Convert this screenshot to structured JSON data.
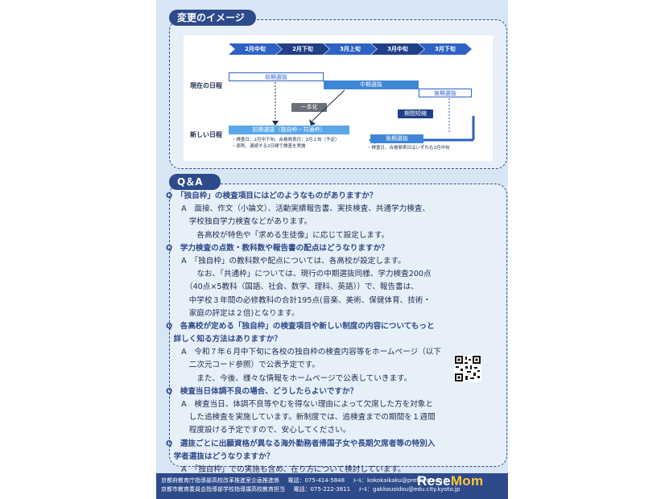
{
  "section_change": {
    "title": "変更のイメージ"
  },
  "timeline": [
    "2月中旬",
    "2月下旬",
    "3月上旬",
    "3月中旬",
    "3月下旬"
  ],
  "current_label": "現在の日程",
  "new_label": "新しい日程",
  "bars": {
    "early": "前期選抜",
    "middle": "中期選抜",
    "late": "後期選抜",
    "merged": "一本化",
    "shortened": "期間短縮",
    "new_early": "前期選抜（独自枠・共通枠）",
    "new_late": "後期選抜"
  },
  "notes": {
    "new_early_1": "・検査日：2月中下旬、合格発表日：3月上旬（予定）",
    "new_early_2": "・原則、連続する2日間で検査を実施",
    "new_late_1": "・検査日、合格発表日はいずれも3月中旬"
  },
  "section_qa": {
    "title": "Q＆A"
  },
  "qa_lines": [
    {
      "t": "q",
      "text": "Q　「独自枠」の検査項目にはどのようなものがありますか？"
    },
    {
      "t": "a",
      "text": "　　A　面接、作文（小論文）、活動実績報告書、実技検査、共通学力検査、"
    },
    {
      "t": "a",
      "text": "　　　学校独自学力検査などがあります。"
    },
    {
      "t": "a",
      "text": "　　　　各高校が特色や「求める生徒像」に応じて設定します。"
    },
    {
      "t": "q",
      "text": "Q　学力検査の点数・教科数や報告書の配点はどうなりますか？"
    },
    {
      "t": "a",
      "text": "　　A　「独自枠」の教科数や配点については、各高校が設定します。"
    },
    {
      "t": "a",
      "text": "　　　　なお、「共通枠」については、現行の中期選抜同様、学力検査200点"
    },
    {
      "t": "a",
      "text": "　　　（40点×5教科（国語、社会、数学、理科、英語））で、報告書は、"
    },
    {
      "t": "a",
      "text": "　　　中学校３年間の必修教科の合計195点(音楽、美術、保健体育、技術・"
    },
    {
      "t": "a",
      "text": "　　　家庭の評定は２倍)となります。"
    },
    {
      "t": "q",
      "text": "Q　各高校が定める「独自枠」の検査項目や新しい制度の内容についてもっと"
    },
    {
      "t": "q",
      "text": "　詳しく知る方法はありますか？"
    },
    {
      "t": "a",
      "text": "　　A　令和７年６月中下旬に各校の独自枠の検査内容等をホームページ（以下"
    },
    {
      "t": "a",
      "text": "　　　二次元コード参照）で公表予定です。"
    },
    {
      "t": "a",
      "text": "　　　　また、今後、様々な情報をホームページで公表していきます。"
    },
    {
      "t": "q",
      "text": "Q　検査当日体調不良の場合、どうしたらよいですか？"
    },
    {
      "t": "a",
      "text": "　　A　検査当日、体調不良等やむを得ない理由によって欠席した方を対象と"
    },
    {
      "t": "a",
      "text": "　　　した追検査を実施しています。新制度では、追検査までの期間を１週間"
    },
    {
      "t": "a",
      "text": "　　　程度設ける予定ですので、安心してください。"
    },
    {
      "t": "q",
      "text": "Q　選抜ごとに出願資格が異なる海外勤務者帰国子女や長期欠席者等の特別入"
    },
    {
      "t": "q",
      "text": "　学者選抜はどうなりますか？"
    },
    {
      "t": "a",
      "text": "　　A　「独自枠」での実施も含め、在り方について検討しています。"
    }
  ],
  "footer": {
    "line1_org": "京都府教育庁指導部高校改革推進室企画推進係",
    "line1_tel": "電話：075-414-5848",
    "line1_mail": "ﾒｰﾙ：kokokaikaku@pref.kyoto.lg.jp",
    "line2_org": "京都市教育委員会指導部学校指導課高校教育担当",
    "line2_tel": "電話：075-222-3811",
    "line2_mail": "ﾒｰﾙ：gakkousidou@edu.city.kyoto.jp"
  },
  "watermark": {
    "a": "Rese",
    "b": "Mom"
  },
  "colors": {
    "navy": "#2d4a8a",
    "blue": "#2d62c4",
    "light_bg": "#d6e6f4"
  }
}
